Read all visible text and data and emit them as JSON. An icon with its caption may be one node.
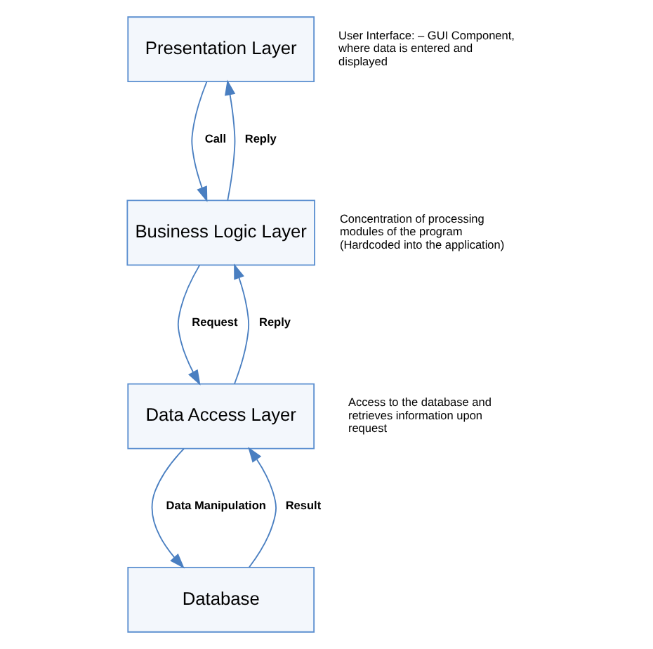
{
  "diagram": {
    "nodes": [
      {
        "text": [
          "Presentation Layer"
        ],
        "beside": [
          "User Interface: – GUI Component, where data is entered and displayed"
        ]
      },
      {
        "text": [
          "Business Logic Layer"
        ],
        "beside": [
          "Concentration of processing modules of the program (Hardcoded into the application)"
        ]
      },
      {
        "text": [
          "Data Access Layer"
        ],
        "beside": [
          "Access to the database and retrieves information upon request"
        ]
      },
      {
        "text": [
          "Database"
        ]
      }
    ],
    "edges": [
      {
        "from": 0,
        "to": 1,
        "arrow": "to",
        "label": "Call"
      },
      {
        "from": 1,
        "to": 0,
        "arrow": "to",
        "label": "Reply"
      },
      {
        "from": 1,
        "to": 2,
        "arrow": "to",
        "label": "Request"
      },
      {
        "from": 2,
        "to": 1,
        "arrow": "to",
        "label": "Reply"
      },
      {
        "from": 2,
        "to": 3,
        "arrow": "to",
        "label": "Data Manipulation"
      },
      {
        "from": 3,
        "to": 2,
        "arrow": "to",
        "label": "Result"
      }
    ]
  }
}
